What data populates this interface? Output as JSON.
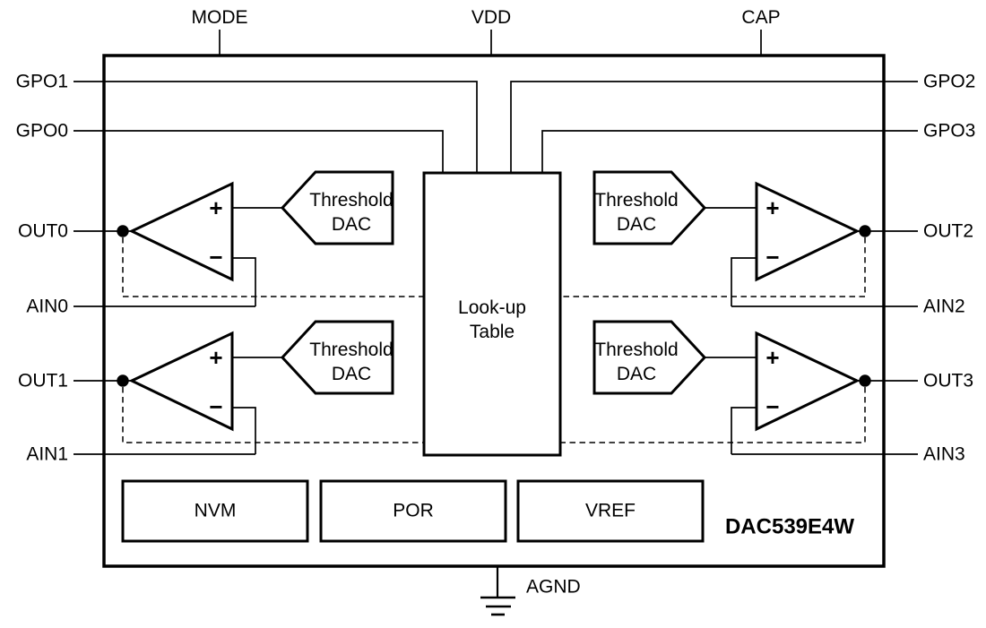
{
  "diagram": {
    "part_number": "DAC539E4W",
    "top_pins": {
      "mode": "MODE",
      "vdd": "VDD",
      "cap": "CAP"
    },
    "left_pins": {
      "gpo1": "GPO1",
      "gpo0": "GPO0",
      "out0": "OUT0",
      "ain0": "AIN0",
      "out1": "OUT1",
      "ain1": "AIN1"
    },
    "right_pins": {
      "gpo2": "GPO2",
      "gpo3": "GPO3",
      "out2": "OUT2",
      "ain2": "AIN2",
      "out3": "OUT3",
      "ain3": "AIN3"
    },
    "bottom_pins": {
      "agnd": "AGND"
    },
    "blocks": {
      "lookup_table": {
        "line1": "Look-up",
        "line2": "Table"
      },
      "threshold_dac": {
        "line1": "Threshold",
        "line2": "DAC"
      },
      "nvm": "NVM",
      "por": "POR",
      "vref": "VREF"
    },
    "comparator": {
      "plus": "+",
      "minus": "−"
    },
    "colors": {
      "line": "#000000",
      "background": "#ffffff"
    }
  }
}
